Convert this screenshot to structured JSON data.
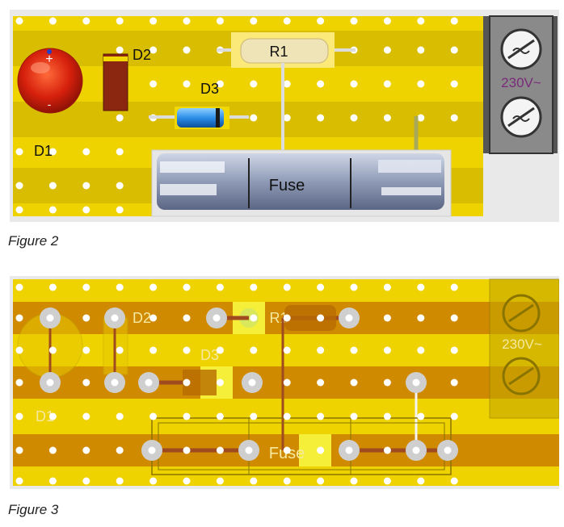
{
  "figure2": {
    "caption": "Figure 2",
    "labels": {
      "d1": "D1",
      "d2": "D2",
      "d3": "D3",
      "r1": "R1",
      "fuse": "Fuse",
      "voltage": "230V~",
      "led_plus": "+",
      "led_minus": "-"
    }
  },
  "figure3": {
    "caption": "Figure 3",
    "labels": {
      "d1": "D1",
      "d2": "D2",
      "d3": "D3",
      "r1": "R1",
      "fuse": "Fuse",
      "voltage": "230V~"
    }
  },
  "colors": {
    "board_light": "#efd300",
    "board_dark": "#d9bd00",
    "track_copper": "#c68600",
    "hole": "#ffffff",
    "led_red": "#d6200c",
    "voltage_text": "#7a2a7a"
  }
}
